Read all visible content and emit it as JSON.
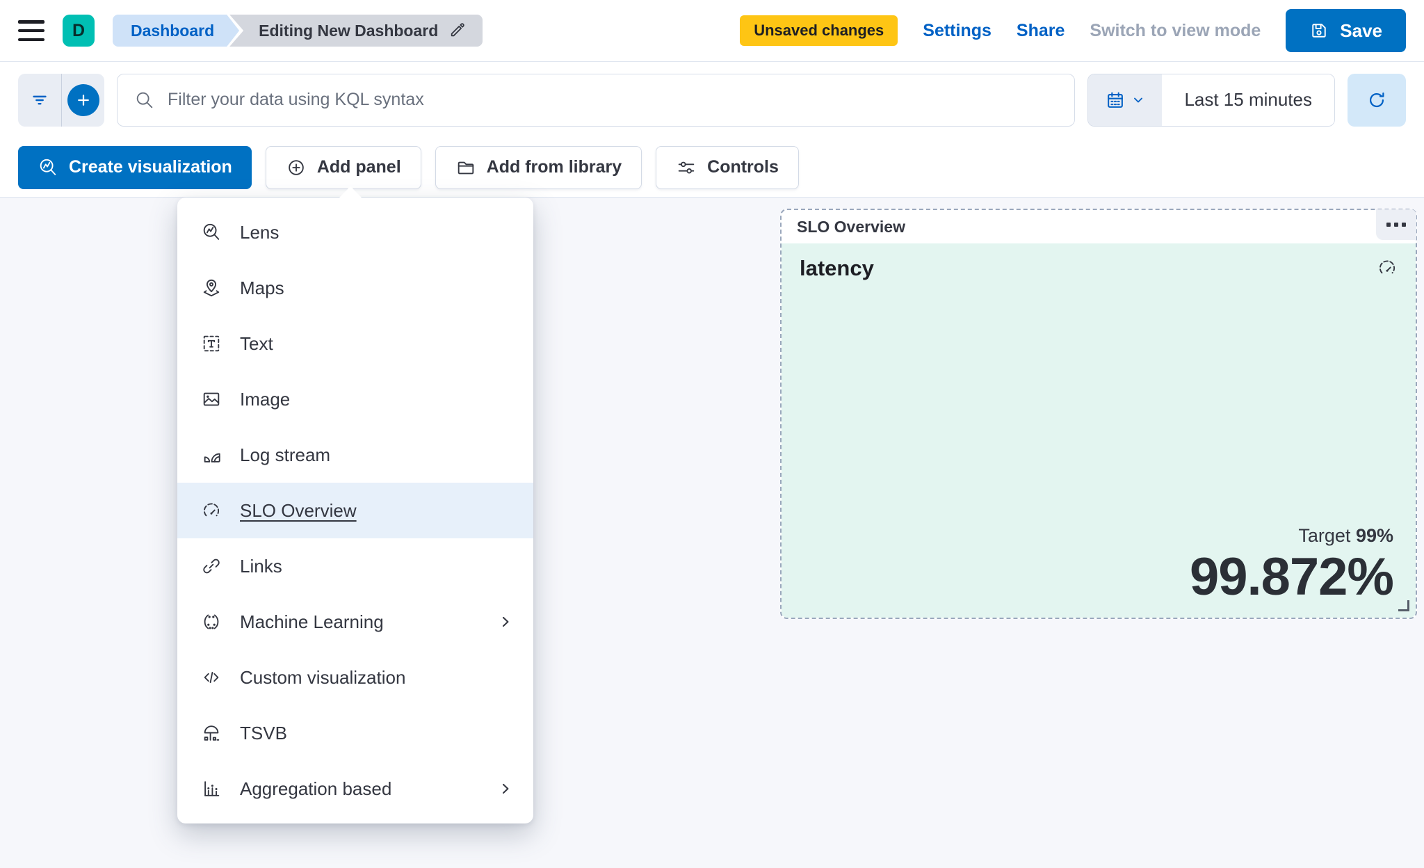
{
  "header": {
    "avatar_initial": "D",
    "breadcrumbs": [
      "Dashboard",
      "Editing New Dashboard"
    ],
    "unsaved_badge": "Unsaved changes",
    "settings_label": "Settings",
    "share_label": "Share",
    "switch_view_label": "Switch to view mode",
    "save_label": "Save"
  },
  "filter_bar": {
    "kql_placeholder": "Filter your data using KQL syntax",
    "kql_value": "",
    "time_range_label": "Last 15 minutes"
  },
  "action_bar": {
    "create_visualization_label": "Create visualization",
    "add_panel_label": "Add panel",
    "add_from_library_label": "Add from library",
    "controls_label": "Controls"
  },
  "add_panel_menu": {
    "items": [
      {
        "label": "Lens",
        "icon": "lens-icon"
      },
      {
        "label": "Maps",
        "icon": "maps-icon"
      },
      {
        "label": "Text",
        "icon": "text-icon"
      },
      {
        "label": "Image",
        "icon": "image-icon"
      },
      {
        "label": "Log stream",
        "icon": "log-stream-icon"
      },
      {
        "label": "SLO Overview",
        "icon": "gauge-icon",
        "selected": true
      },
      {
        "label": "Links",
        "icon": "link-icon"
      },
      {
        "label": "Machine Learning",
        "icon": "machine-learning-icon",
        "has_submenu": true
      },
      {
        "label": "Custom visualization",
        "icon": "code-icon"
      },
      {
        "label": "TSVB",
        "icon": "tsvb-icon"
      },
      {
        "label": "Aggregation based",
        "icon": "aggregation-icon",
        "has_submenu": true
      }
    ]
  },
  "slo_panel": {
    "title": "SLO Overview",
    "metric_name": "latency",
    "target_label": "Target",
    "target_value": "99%",
    "value": "99.872%"
  },
  "colors": {
    "primary_blue": "#0071C2",
    "link_blue": "#0061C5",
    "warning_yellow": "#FEC514",
    "avatar_teal": "#00BFB3",
    "panel_mint": "#E3F5F0",
    "selected_row_blue": "#E7F0FA",
    "canvas_background": "#F6F7FB"
  }
}
